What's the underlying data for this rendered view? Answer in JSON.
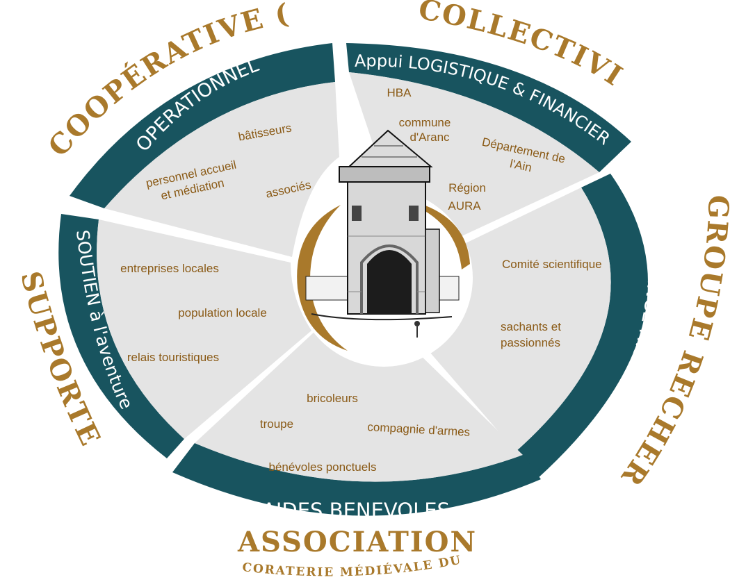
{
  "colors": {
    "band": "#18545f",
    "sector_fill": "#e4e4e4",
    "gold": "#a9792b",
    "item_text": "#8a5a16"
  },
  "outer_labels": {
    "cooperative": "COOPÉRATIVE (SCIC)",
    "collectivites": "COLLECTIVITÉS",
    "groupe_recherche": "GROUPE RECHERCHE",
    "supporters": "SUPPORTERS",
    "association": "ASSOCIATION",
    "association_sub": "CORATERIE MÉDIÉVALE DU BUGEY"
  },
  "sectors": {
    "operationnel": {
      "band_label": "OPERATIONNEL",
      "items": [
        "bâtisseurs",
        "personnel accueil",
        "et médiation",
        "associés"
      ]
    },
    "logistique": {
      "band_label": "Appui LOGISTIQUE & FINANCIER",
      "items": [
        "HBA",
        "commune",
        "d'Aranc",
        "Département de",
        "l'Ain",
        "Région",
        "AURA"
      ]
    },
    "historique": {
      "band_label": "COHERENCE  HISTORIQUE",
      "items": [
        "Comité scientifique",
        "sachants et",
        "passionnés"
      ]
    },
    "benevoles": {
      "band_label": "AIDES  BENEVOLES",
      "items": [
        "bricoleurs",
        "troupe",
        "compagnie d'armes",
        "bénévoles ponctuels"
      ]
    },
    "soutien": {
      "band_label": "SOUTIEN à l'aventure",
      "items": [
        "entreprises locales",
        "population locale",
        "relais touristiques"
      ]
    }
  },
  "center": {
    "icon": "medieval-tower-icon"
  }
}
